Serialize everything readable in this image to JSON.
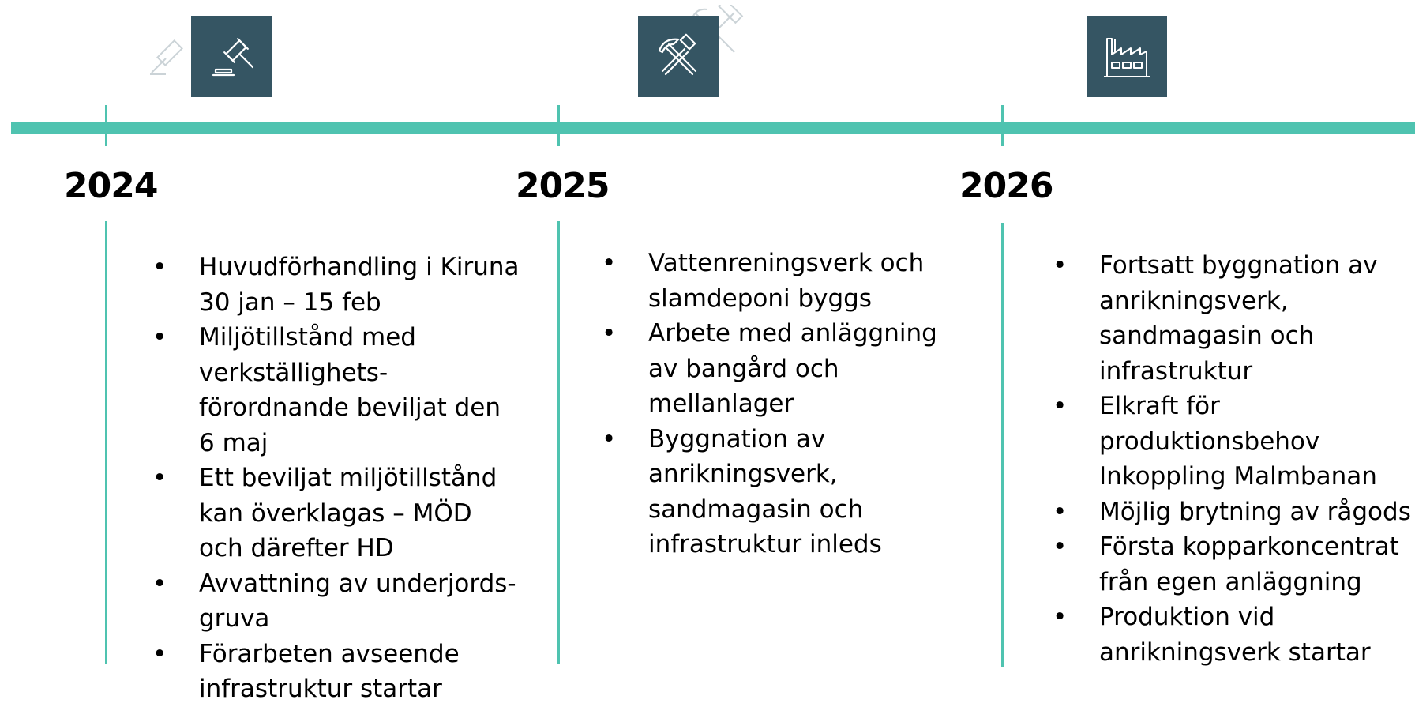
{
  "timeline": {
    "accent_color": "#4fc3b0",
    "icon_bg_color": "#355563",
    "columns": [
      {
        "year": "2024",
        "icon": "gavel-icon",
        "items": [
          "Huvudförhandling i Kiruna 30 jan – 15 feb",
          "Miljötillstånd med verkställighets-förordnande beviljat den 6 maj",
          "Ett beviljat miljötillstånd kan överklagas – MÖD och därefter HD",
          "Avvattning av underjords-gruva",
          "Förarbeten avseende infrastruktur startar"
        ]
      },
      {
        "year": "2025",
        "icon": "hammer-pick-icon",
        "items": [
          "Vattenreningsverk och slamdeponi byggs",
          "Arbete med anläggning av bangård och mellanlager",
          "Byggnation av anrikningsverk, sandmagasin och infrastruktur inleds"
        ]
      },
      {
        "year": "2026",
        "icon": "factory-icon",
        "items": [
          "Fortsatt byggnation av anrikningsverk, sandmagasin och infrastruktur",
          "Elkraft för produktionsbehov Inkoppling Malmbanan",
          "Möjlig brytning av rågods",
          "Första kopparkoncentrat från egen anläggning",
          "Produktion vid anrikningsverk startar"
        ]
      }
    ]
  }
}
